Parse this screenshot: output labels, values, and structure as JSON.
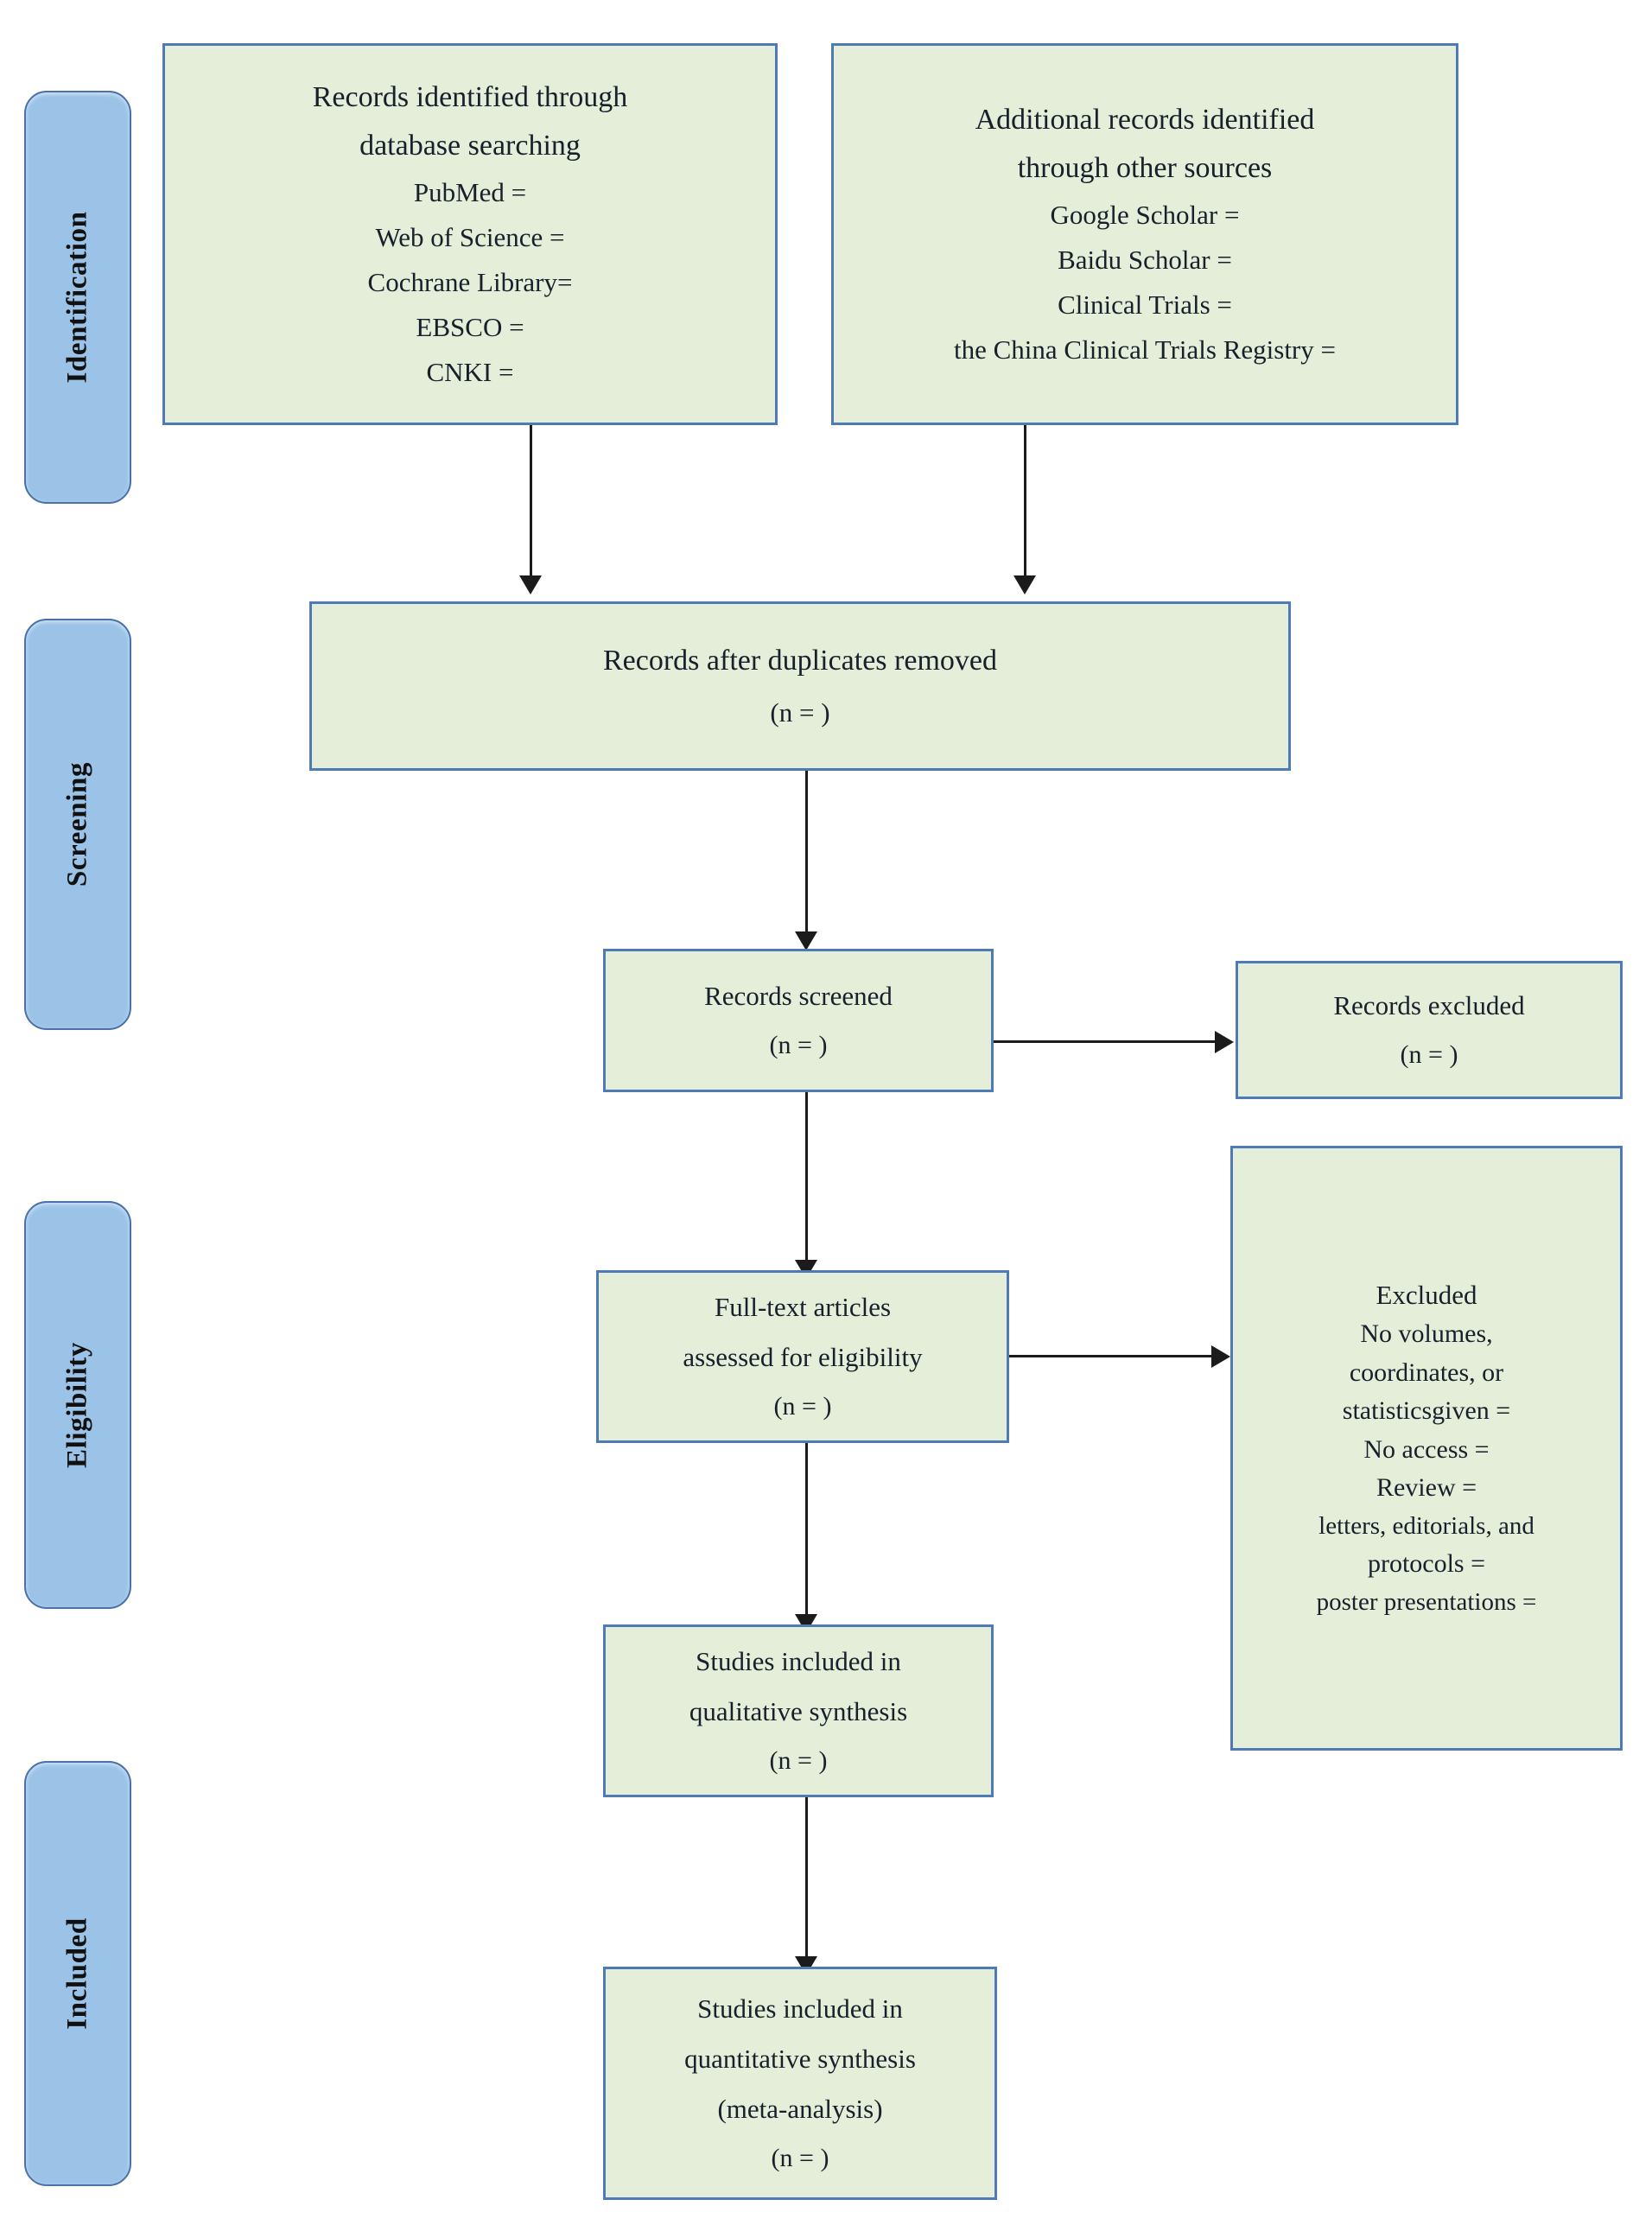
{
  "diagram": {
    "title": "PRISMA flow diagram",
    "colors": {
      "box_fill": "#e4eed8",
      "box_border": "#4f7bb5",
      "stage_fill": "#9bc3e7",
      "stage_border": "#4a71a8",
      "connector": "#1b1b1b",
      "text": "#17202b",
      "background": "#ffffff"
    }
  },
  "stages": [
    {
      "id": "identification",
      "label": "Identification"
    },
    {
      "id": "screening",
      "label": "Screening"
    },
    {
      "id": "eligibility",
      "label": "Eligibility"
    },
    {
      "id": "included",
      "label": "Included"
    }
  ],
  "boxes": {
    "database_search": {
      "name": "records-identified-database",
      "lines": [
        "Records identified through",
        "database searching",
        "PubMed =",
        "Web of Science =",
        "Cochrane Library=",
        "EBSCO =",
        "CNKI ="
      ]
    },
    "other_sources": {
      "name": "additional-records-other-sources",
      "lines": [
        "Additional records identified",
        "through other sources",
        "Google Scholar =",
        "Baidu Scholar =",
        "Clinical Trials =",
        "the China Clinical Trials Registry ="
      ]
    },
    "duplicates_removed": {
      "name": "records-after-duplicates-removed",
      "lines": [
        "Records after duplicates removed",
        "(n =   )"
      ]
    },
    "records_screened": {
      "name": "records-screened",
      "lines": [
        "Records screened",
        "(n =   )"
      ]
    },
    "records_excluded": {
      "name": "records-excluded",
      "lines": [
        "Records excluded",
        "(n =   )"
      ]
    },
    "fulltext_assessed": {
      "name": "full-text-articles-assessed",
      "lines": [
        "Full-text articles",
        "assessed for eligibility",
        "(n =   )"
      ]
    },
    "fulltext_excluded": {
      "name": "full-text-excluded-reasons",
      "lines": [
        "Excluded",
        "No volumes,",
        "coordinates, or",
        "statisticsgiven =",
        "No access =",
        "Review =",
        "letters, editorials, and",
        "protocols =",
        "poster presentations ="
      ]
    },
    "qualitative": {
      "name": "studies-included-qualitative",
      "lines": [
        "Studies included in",
        "qualitative synthesis",
        "(n =   )"
      ]
    },
    "quantitative": {
      "name": "studies-included-quantitative",
      "lines": [
        "Studies included in",
        "quantitative synthesis",
        "(meta-analysis)",
        "(n =   )"
      ]
    }
  }
}
